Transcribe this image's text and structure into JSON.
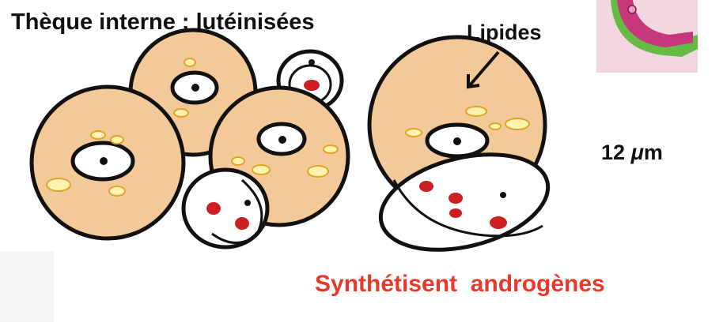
{
  "title": "Thèque interne : lutéinisées",
  "labels": {
    "lipides": "Lipides",
    "scale_value": "12",
    "scale_mu": "μ",
    "scale_m": "m"
  },
  "caption": "Synthétisent  androgènes",
  "colors": {
    "cell_fill": "#f4c99a",
    "outline": "#111111",
    "red_granule": "#cc1f1f",
    "lipid_fill": "#fdf2b0",
    "lipid_edge": "#e0a526",
    "caption": "#e8392a",
    "thumb_pink": "#c7377c",
    "thumb_green": "#66bb44"
  }
}
